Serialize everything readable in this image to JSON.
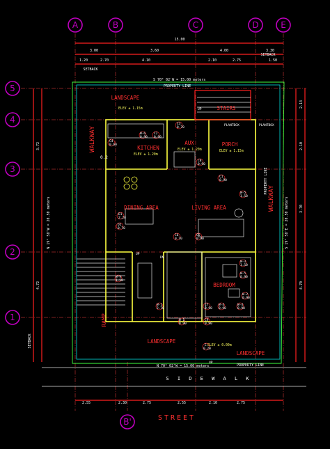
{
  "grid_columns": [
    "A",
    "B",
    "C",
    "D",
    "E"
  ],
  "grid_rows": [
    "5",
    "4",
    "3",
    "2",
    "1"
  ],
  "grid_bottom": "B'",
  "street": "STREET",
  "sidewalk": "S I D E W A L K",
  "property_line_top": "PROPERTY LINE",
  "property_line_bottom": "PROPERTY LINE",
  "property_line_side": "PROPERTY LINE",
  "setback_top_left": "SETBACK",
  "setback_top_right": "SETBACK",
  "setback_left": "SETBACK",
  "landscape_top": "LANDSCAPE",
  "landscape_bottom_left": "LANDSCAPE",
  "landscape_bottom_right": "LANDSCAPE",
  "walkway_left": "WALKWAY",
  "walkway_right": "WALKWAY",
  "ramp": "RAMP",
  "rooms": {
    "kitchen": "KITCHEN",
    "aux": "AUX",
    "porch": "PORCH",
    "dining": "DINING AREA",
    "living": "LIVING AREA",
    "bedroom": "BEDROOM",
    "stairs": "STAIRS",
    "plantbox_1": "PLANTBOX",
    "plantbox_2": "PLANTBOX"
  },
  "elevations": {
    "landscape_top": "ELEV ± 1.15m",
    "kitchen": "ELEV ± 1.20m",
    "aux": "ELEV ± 1.20m",
    "porch": "ELEV ± 1.15m",
    "bottom": "ELEV ± 0.00m"
  },
  "site_line_top": "S 70° 02'W = 15.00 meters",
  "site_line_bottom": "N 70° 02'W = 15.00 meters",
  "site_line_left": "N 19° 58'W = 20.50 meters",
  "site_line_right": "S 19° 58'E = 20.50 meters",
  "dims_top": [
    "3.00",
    "3.60",
    "4.00",
    "3.30"
  ],
  "dims_top_total": "15.00",
  "dims_top_row2": [
    "1.20",
    "2.70",
    "4.10",
    "2.10",
    "2.75"
  ],
  "dims_top_setback": "1.50",
  "dims_bottom": [
    "2.55",
    "2.30",
    "2.75",
    "2.55",
    "2.10",
    "2.75"
  ],
  "dims_left": [
    "3.72",
    "4.72"
  ],
  "dims_right": [
    "2.13",
    "2.10",
    "3.70",
    "4.70"
  ],
  "tags": {
    "w6_k": "W-6",
    "w6_k2": "0.90",
    "c2_k": "C2",
    "c2_k2": "0.90",
    "c3": "C3",
    "c3b": "0.70",
    "c8": "C8",
    "c8b": "0.90",
    "c4": "C4",
    "c4b": "0.60",
    "c1": "C1",
    "c1b": "0.90",
    "w5": "W-5",
    "w5b": "1.50",
    "d1": "D1",
    "d1b": "2.20",
    "d2": "D2",
    "d2b": "0.70",
    "c6": "C6",
    "c6b": "0.70",
    "c5": "C5",
    "c5b": "0.90",
    "w3": "W-3",
    "w3b": "1.50",
    "w5b_t": "W-5",
    "w5b_b": "0.90",
    "w9": "W-9",
    "w9b": "1.50",
    "w1": "W-1",
    "w1b": "2.70",
    "w1c": "W-1",
    "w1d": "0.90",
    "w4": "W-4",
    "w4b": "0.90",
    "w4c": "W-4",
    "w4d": "0.90",
    "c7": "C7",
    "c7b": "0.90",
    "c9": "C9",
    "c9b": "0.90",
    "w2": "W-2",
    "w2b": "0.90",
    "e": "E",
    "e2": "0.20"
  },
  "labels": {
    "up1": "UP",
    "up2": "UP",
    "up3": "UP",
    "dn": "DN",
    "o2": "0.2"
  },
  "colors": {
    "grid_bubble": "#c000c0",
    "room_label": "#ff3030",
    "wall": "#ffff40",
    "background": "#000000"
  }
}
